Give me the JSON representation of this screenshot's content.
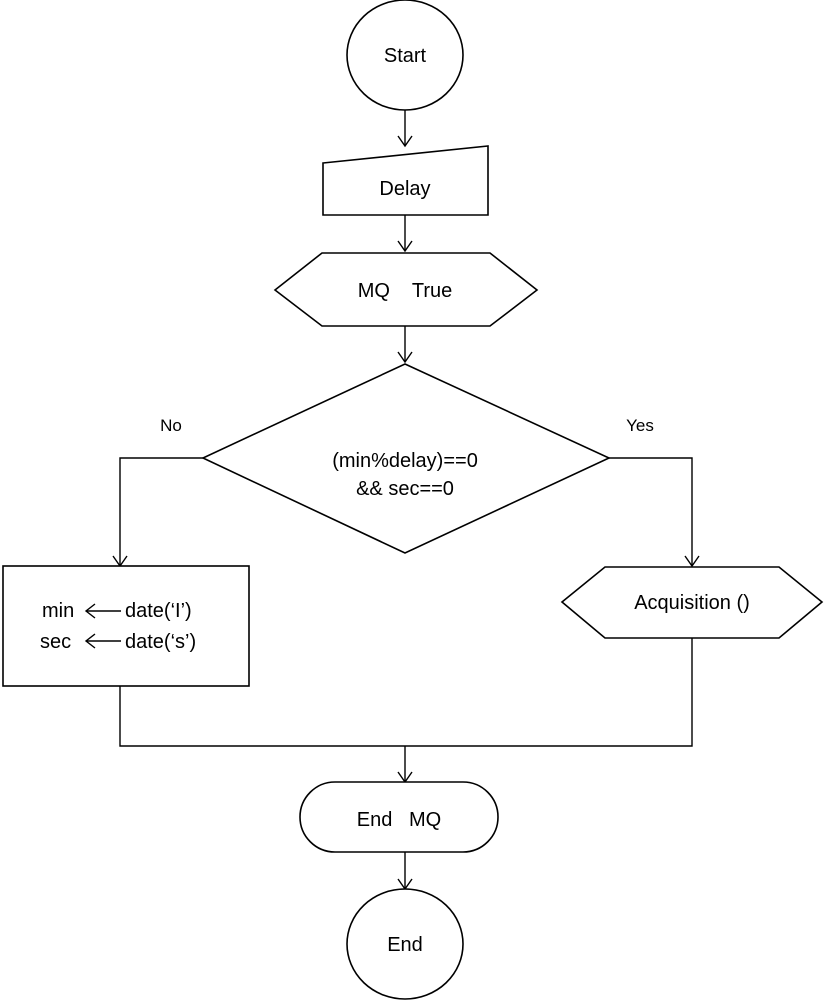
{
  "nodes": {
    "start": "Start",
    "delay": "Delay",
    "mq_true": "MQ    True",
    "decision_line1": "(min%delay)==0",
    "decision_line2": "&& sec==0",
    "assign_min": "min",
    "assign_min_value": "date(‘I’)",
    "assign_sec": "sec",
    "assign_sec_value": "date(‘s’)",
    "acquisition": "Acquisition ()",
    "end_mq": "End   MQ",
    "end": "End"
  },
  "branches": {
    "no": "No",
    "yes": "Yes"
  }
}
